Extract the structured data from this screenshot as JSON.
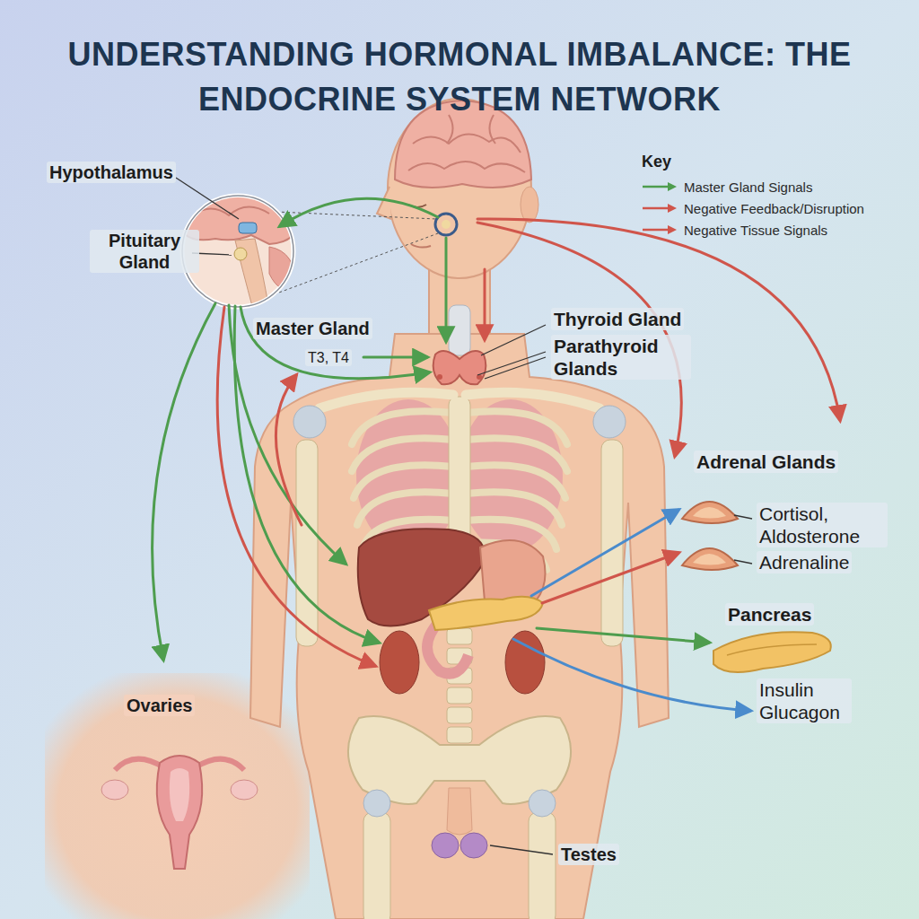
{
  "diagram": {
    "title": "UNDERSTANDING HORMONAL IMBALANCE: THE ENDOCRINE SYSTEM NETWORK",
    "labels": [
      "Hypothalamus",
      "Pituitary Gland",
      "Master Gland",
      "T3, T4",
      "Thyroid Gland",
      "Parathyroid Glands",
      "Key",
      "Adrenal Glands",
      "Cortisol, Aldosterone",
      "Adrenaline",
      "Pancreas",
      "Insulin Glucagon",
      "Ovaries",
      "Testes"
    ],
    "legend": [
      {
        "text": "Master Gland Signals"
      },
      {
        "text": "Negative Feedback/Disruption"
      },
      {
        "text": "Negative Tissue Signals"
      }
    ]
  }
}
